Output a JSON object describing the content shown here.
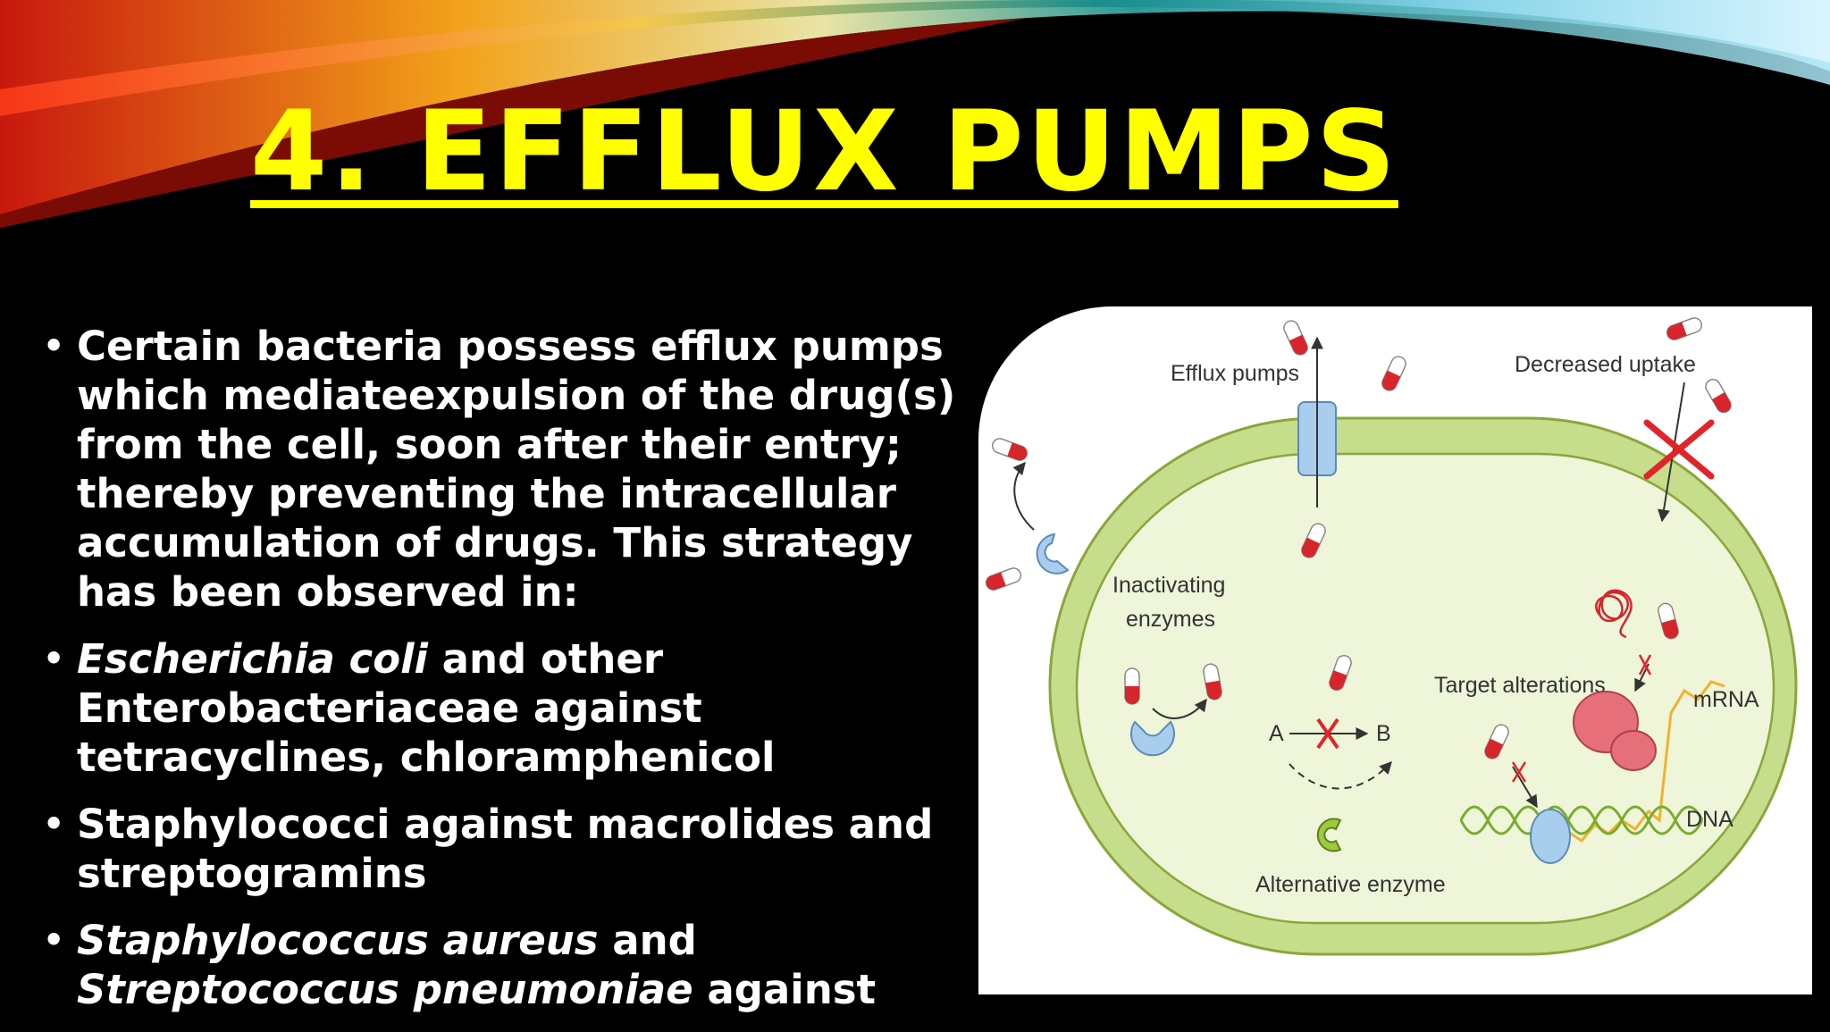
{
  "slide": {
    "title": "4. EFFLUX PUMPS",
    "colors": {
      "title": "#ffff00",
      "background": "#000000",
      "text": "#ffffff"
    },
    "bullets": [
      {
        "text": "Certain bacteria possess efflux pumps which mediateexpulsion of the drug(s) from the cell, soon after their entry; thereby preventing the intracellular accumulation of drugs. This strategy has been observed in:"
      },
      {
        "italic": "Escherichia coli",
        "text": " and other Enterobacteriaceae against tetracyclines, chloramphenicol"
      },
      {
        "text": "Staphylococci against macrolides and streptogramins"
      },
      {
        "italic": "Staphylococcus aureus",
        "text": " and ",
        "italic2": "Streptococcus pneumoniae",
        "text2": " against"
      }
    ]
  },
  "figure": {
    "labels": {
      "efflux_pumps": "Efflux pumps",
      "decreased_uptake": "Decreased uptake",
      "inactivating_1": "Inactivating",
      "inactivating_2": "enzymes",
      "target_alterations": "Target alterations",
      "mrna": "mRNA",
      "dna": "DNA",
      "a": "A",
      "b": "B",
      "alternative_enzyme": "Alternative enzyme"
    },
    "colors": {
      "membrane": "#c6dd8c",
      "cytoplasm": "#eef5d8",
      "membrane_edge": "#8aa63b",
      "enzyme": "#a9cdec",
      "drug": "#d6262c",
      "ribosome": "#e66f79",
      "mrna": "#f2b12e",
      "dna": "#7aac2d",
      "cross": "#e0242a"
    }
  }
}
